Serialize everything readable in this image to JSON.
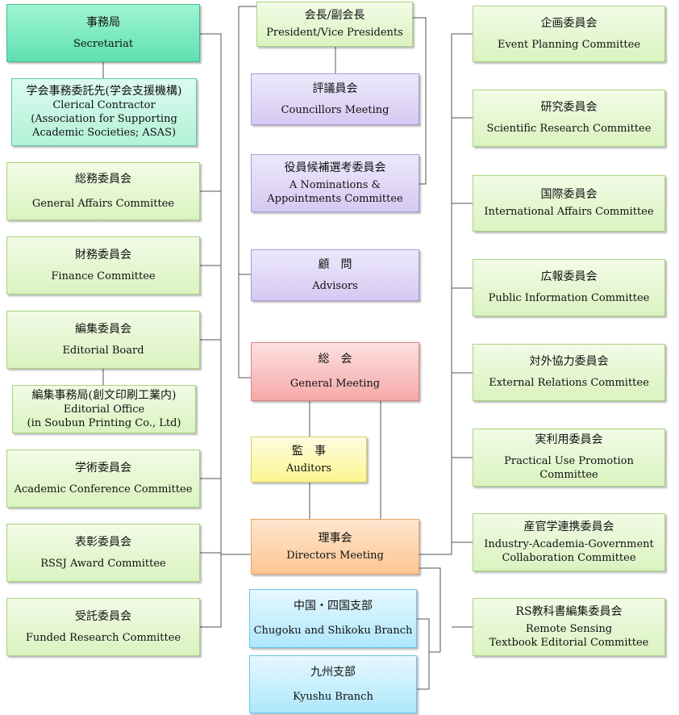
{
  "nodes": {
    "secretariat": {
      "jp": "事務局",
      "en": "Secretariat"
    },
    "clerical_contractor": {
      "jp": "学会事務委託先(学会支援機構)",
      "en1": "Clerical Contractor",
      "en2": "(Association for Supporting",
      "en3": "Academic Societies; ASAS)"
    },
    "general_affairs": {
      "jp": "総務委員会",
      "en": "General Affairs Committee"
    },
    "finance": {
      "jp": "財務委員会",
      "en": "Finance Committee"
    },
    "editorial_board": {
      "jp": "編集委員会",
      "en": "Editorial Board"
    },
    "editorial_office": {
      "jp": "編集事務局(創文印刷工業内)",
      "en1": "Editorial Office",
      "en2": "(in Soubun Printing Co., Ltd)"
    },
    "academic_conference": {
      "jp": "学術委員会",
      "en": "Academic Conference Committee"
    },
    "award": {
      "jp": "表彰委員会",
      "en": "RSSJ Award Committee"
    },
    "funded_research": {
      "jp": "受託委員会",
      "en": "Funded Research Committee"
    },
    "president": {
      "jp": "会長/副会長",
      "en": "President/Vice Presidents"
    },
    "councillors": {
      "jp": "評議員会",
      "en": "Councillors Meeting"
    },
    "nominations": {
      "jp": "役員候補選考委員会",
      "en1": "A Nominations &",
      "en2": "Appointments Committee"
    },
    "advisors": {
      "jp": "顧　問",
      "en": "Advisors"
    },
    "general_meeting": {
      "jp": "総　会",
      "en": "General Meeting"
    },
    "auditors": {
      "jp": "監　事",
      "en": "Auditors"
    },
    "directors": {
      "jp": "理事会",
      "en": "Directors Meeting"
    },
    "chugoku": {
      "jp": "中国・四国支部",
      "en": "Chugoku and Shikoku Branch"
    },
    "kyushu": {
      "jp": "九州支部",
      "en": "Kyushu Branch"
    },
    "event_planning": {
      "jp": "企画委員会",
      "en": "Event Planning Committee"
    },
    "scientific_research": {
      "jp": "研究委員会",
      "en": "Scientific Research Committee"
    },
    "international_affairs": {
      "jp": "国際委員会",
      "en": "International Affairs Committee"
    },
    "public_information": {
      "jp": "広報委員会",
      "en": "Public Information Committee"
    },
    "external_relations": {
      "jp": "対外協力委員会",
      "en": "External Relations Committee"
    },
    "practical_use": {
      "jp": "実利用委員会",
      "en": "Practical Use Promotion Committee"
    },
    "industry_academia": {
      "jp": "産官学連携委員会",
      "en1": "Industry-Academia-Government",
      "en2": "Collaboration Committee"
    },
    "textbook": {
      "jp": "RS教科書編集委員会",
      "en1": "Remote Sensing",
      "en2": "Textbook Editorial Committee"
    }
  },
  "colors": {
    "connector": "#555555"
  }
}
